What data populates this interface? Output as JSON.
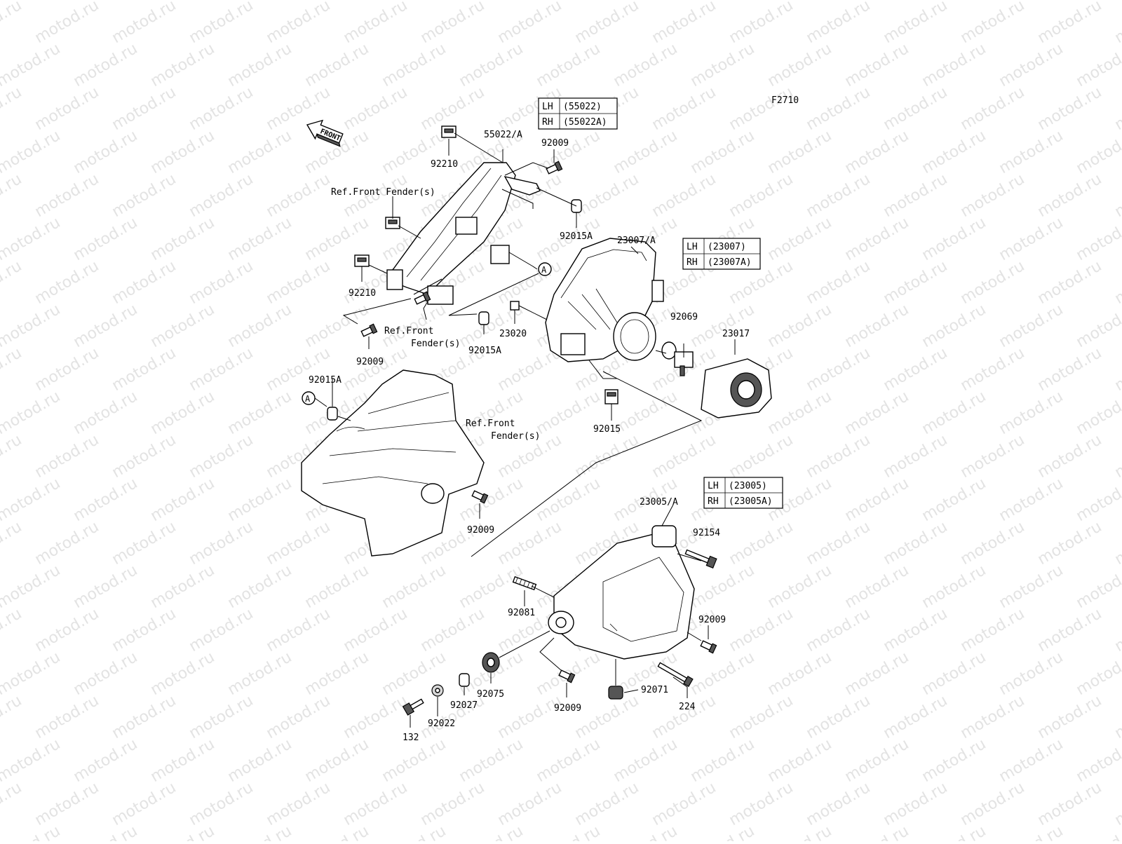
{
  "watermark": "motod.ru",
  "figure_code": "F2710",
  "front_arrow": "FRONT",
  "circle_marker": "A",
  "part_numbers": {
    "p55022A": "55022/A",
    "p92210_top": "92210",
    "p92009_a": "92009",
    "p92015A_a": "92015A",
    "p92210_mid": "92210",
    "p92009_b": "92009",
    "p92015A_b": "92015A",
    "p23007A": "23007/A",
    "p23020": "23020",
    "p92069": "92069",
    "p23017": "23017",
    "p92015": "92015",
    "p92015A_c": "92015A",
    "p92009_c": "92009",
    "p23005A": "23005/A",
    "p92154": "92154",
    "p92081": "92081",
    "p92009_d": "92009",
    "p92009_e": "92009",
    "p92075": "92075",
    "p92071": "92071",
    "p92027": "92027",
    "p224": "224",
    "p92022": "92022",
    "p132": "132"
  },
  "references": {
    "ref1": "Ref.Front Fender(s)",
    "ref2_line1": "Ref.Front",
    "ref2_line2": "Fender(s)",
    "ref3_line1": "Ref.Front",
    "ref3_line2": "Fender(s)"
  },
  "side_tables": {
    "t55022": [
      {
        "side": "LH",
        "part": "(55022)"
      },
      {
        "side": "RH",
        "part": "(55022A)"
      }
    ],
    "t23007": [
      {
        "side": "LH",
        "part": "(23007)"
      },
      {
        "side": "RH",
        "part": "(23007A)"
      }
    ],
    "t23005": [
      {
        "side": "LH",
        "part": "(23005)"
      },
      {
        "side": "RH",
        "part": "(23005A)"
      }
    ]
  }
}
